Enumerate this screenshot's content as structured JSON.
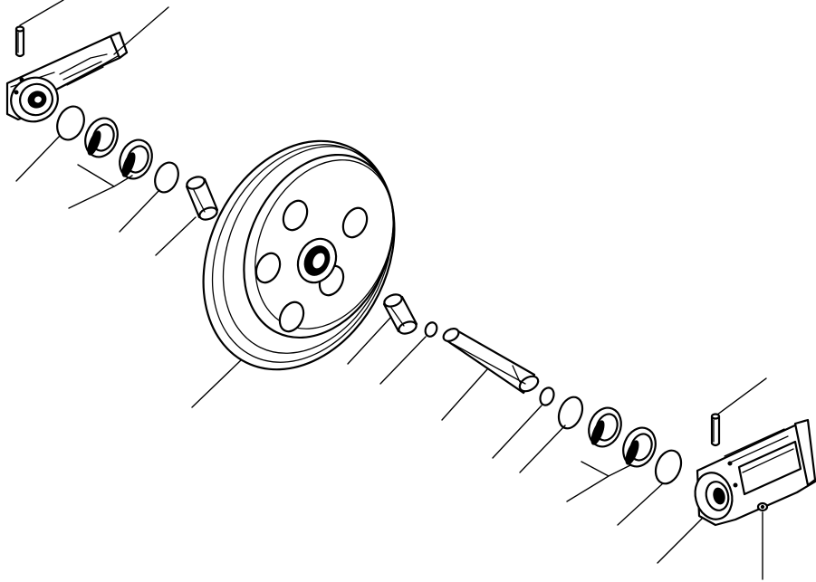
{
  "diagram": {
    "type": "exploded parts view",
    "parts": [
      "pin-upper-left",
      "bearing-bracket-left",
      "o-ring-left-outer",
      "seal-left-a",
      "seal-left-b",
      "o-ring-left-inner",
      "bushing-left",
      "idler-wheel",
      "bushing-right",
      "small-o-ring-right",
      "shaft",
      "small-o-ring-right-2",
      "o-ring-right-inner",
      "seal-right-a",
      "seal-right-b",
      "o-ring-right-outer",
      "pin-right",
      "bearing-bracket-right",
      "plug-right"
    ],
    "colors": {
      "ink": "#000000",
      "paper": "#ffffff"
    }
  }
}
